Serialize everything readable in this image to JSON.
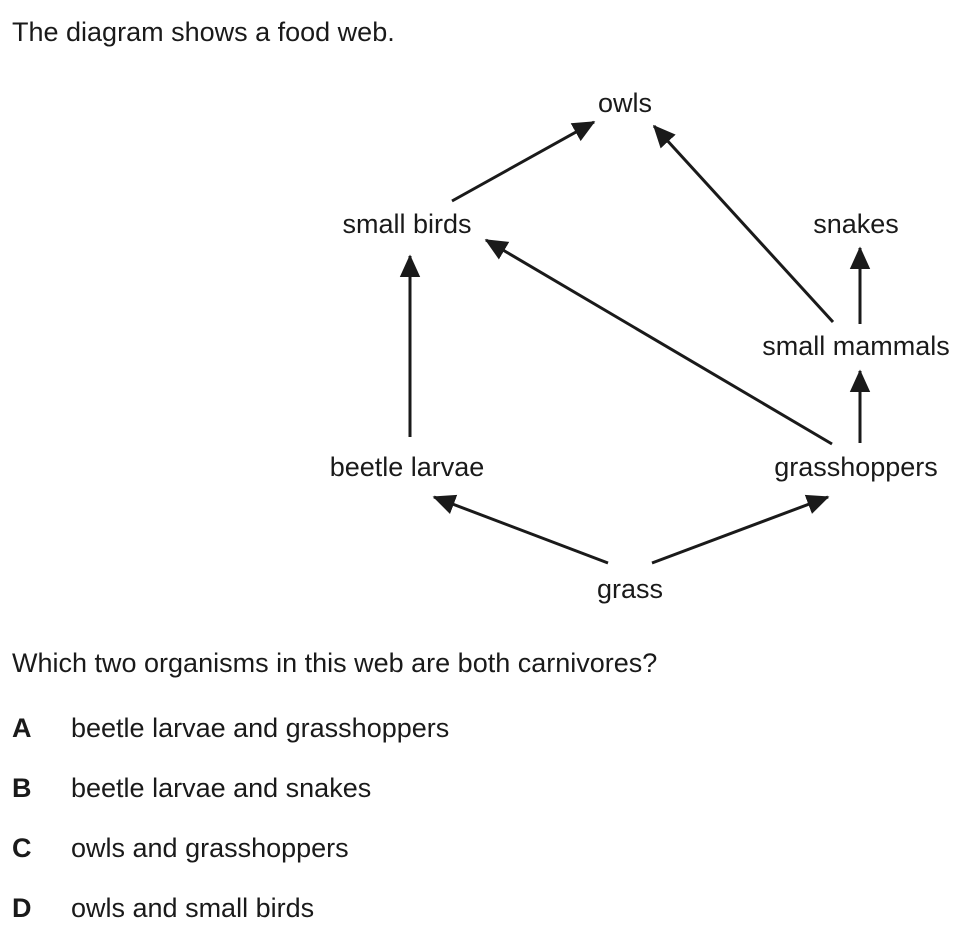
{
  "intro": "The diagram shows a food web.",
  "organisms": {
    "owls": "owls",
    "small_birds": "small birds",
    "snakes": "snakes",
    "small_mammals": "small mammals",
    "beetle_larvae": "beetle larvae",
    "grasshoppers": "grasshoppers",
    "grass": "grass"
  },
  "feeding_links": [
    {
      "from": "grass",
      "to": "beetle larvae"
    },
    {
      "from": "grass",
      "to": "grasshoppers"
    },
    {
      "from": "beetle larvae",
      "to": "small birds"
    },
    {
      "from": "grasshoppers",
      "to": "small birds"
    },
    {
      "from": "grasshoppers",
      "to": "small mammals"
    },
    {
      "from": "small birds",
      "to": "owls"
    },
    {
      "from": "small mammals",
      "to": "owls"
    },
    {
      "from": "small mammals",
      "to": "snakes"
    }
  ],
  "question": "Which two organisms in this web are both carnivores?",
  "options": [
    {
      "letter": "A",
      "text": "beetle larvae and grasshoppers"
    },
    {
      "letter": "B",
      "text": "beetle larvae and snakes"
    },
    {
      "letter": "C",
      "text": "owls and grasshoppers"
    },
    {
      "letter": "D",
      "text": "owls and small birds"
    }
  ]
}
